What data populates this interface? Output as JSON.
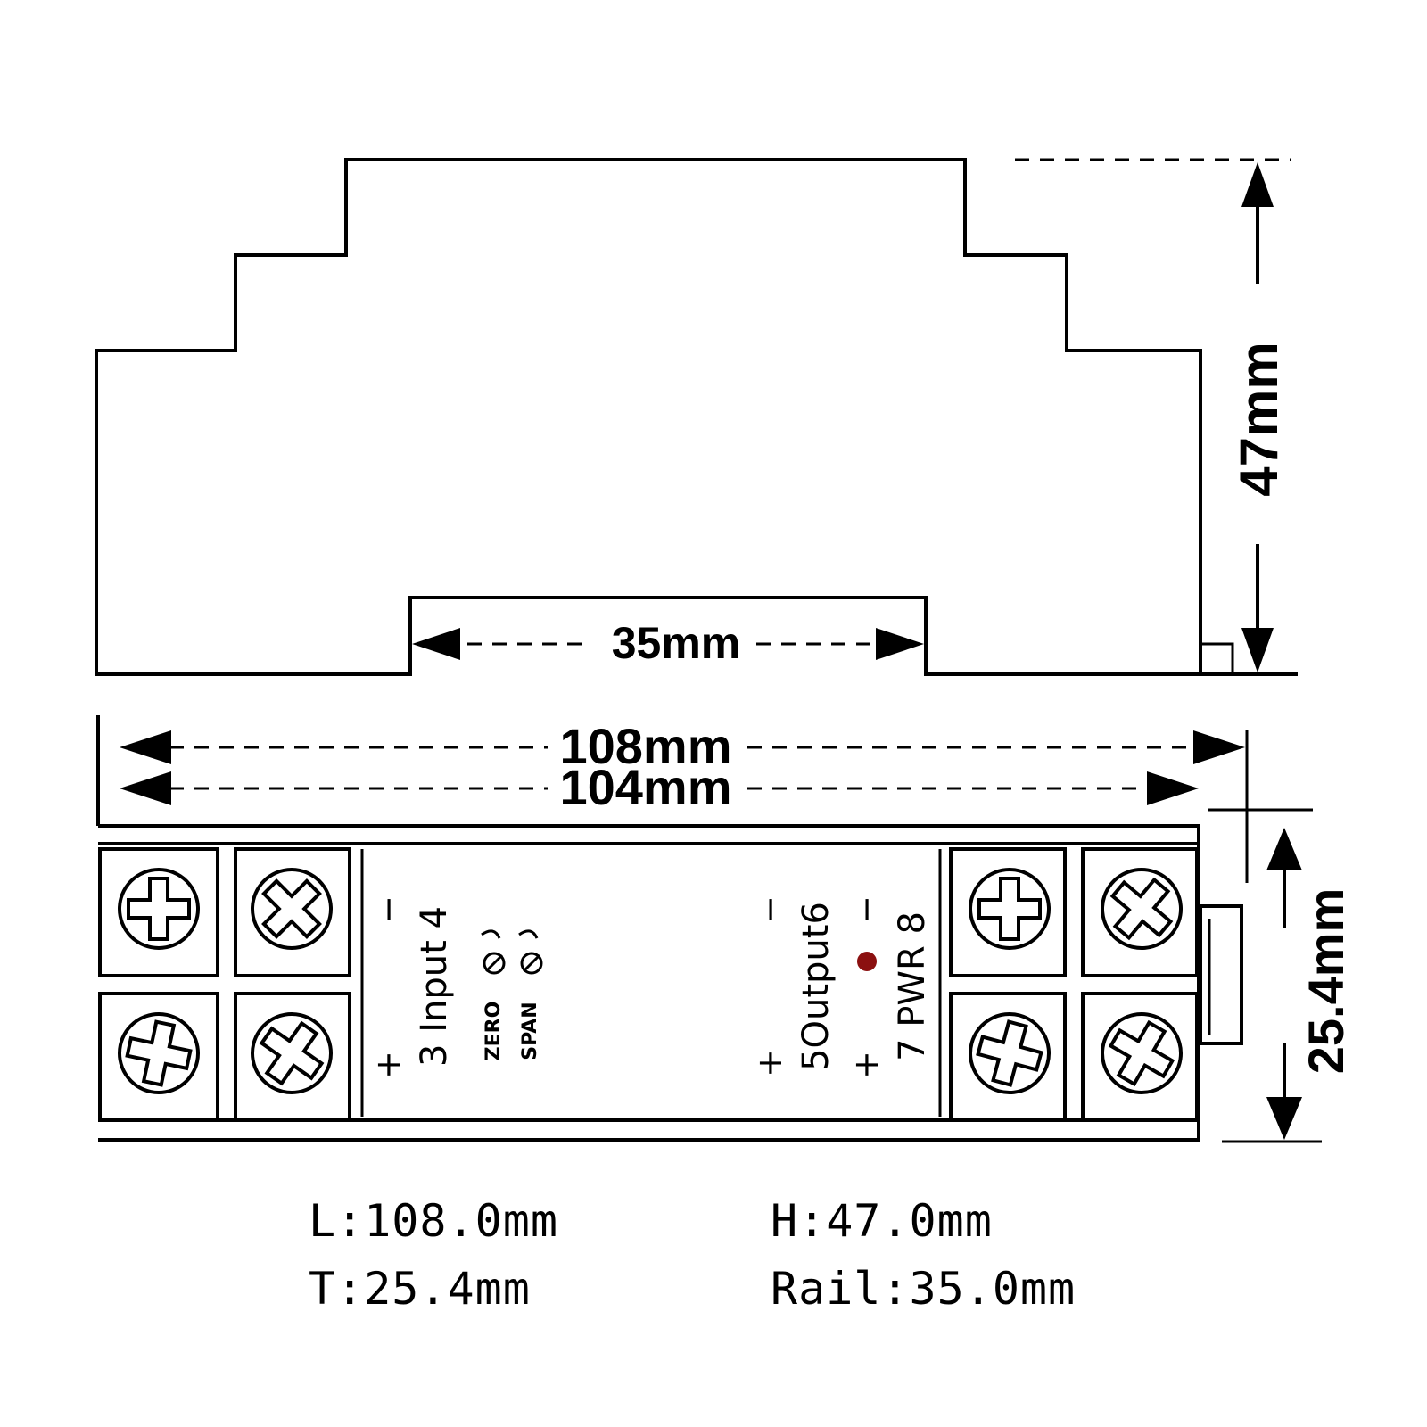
{
  "dimensions": {
    "rail_width": "35mm",
    "total_length": "108mm",
    "body_length": "104mm",
    "height": "47mm",
    "thickness": "25.4mm"
  },
  "terminals": {
    "input_minus": "−",
    "input_plus": "+",
    "input_label": "3 Input 4",
    "zero": "ZERO",
    "span": "SPAN",
    "output_minus": "−",
    "output_plus": "+",
    "output_label": "5Output6",
    "pwr_minus": "−",
    "pwr_plus": "+",
    "pwr_label": "7 PWR 8"
  },
  "colors": {
    "pwr_led": "#8b1010"
  },
  "specs": {
    "length": "L:108.0mm",
    "height": "H:47.0mm",
    "thickness": "T:25.4mm",
    "rail": "Rail:35.0mm"
  }
}
